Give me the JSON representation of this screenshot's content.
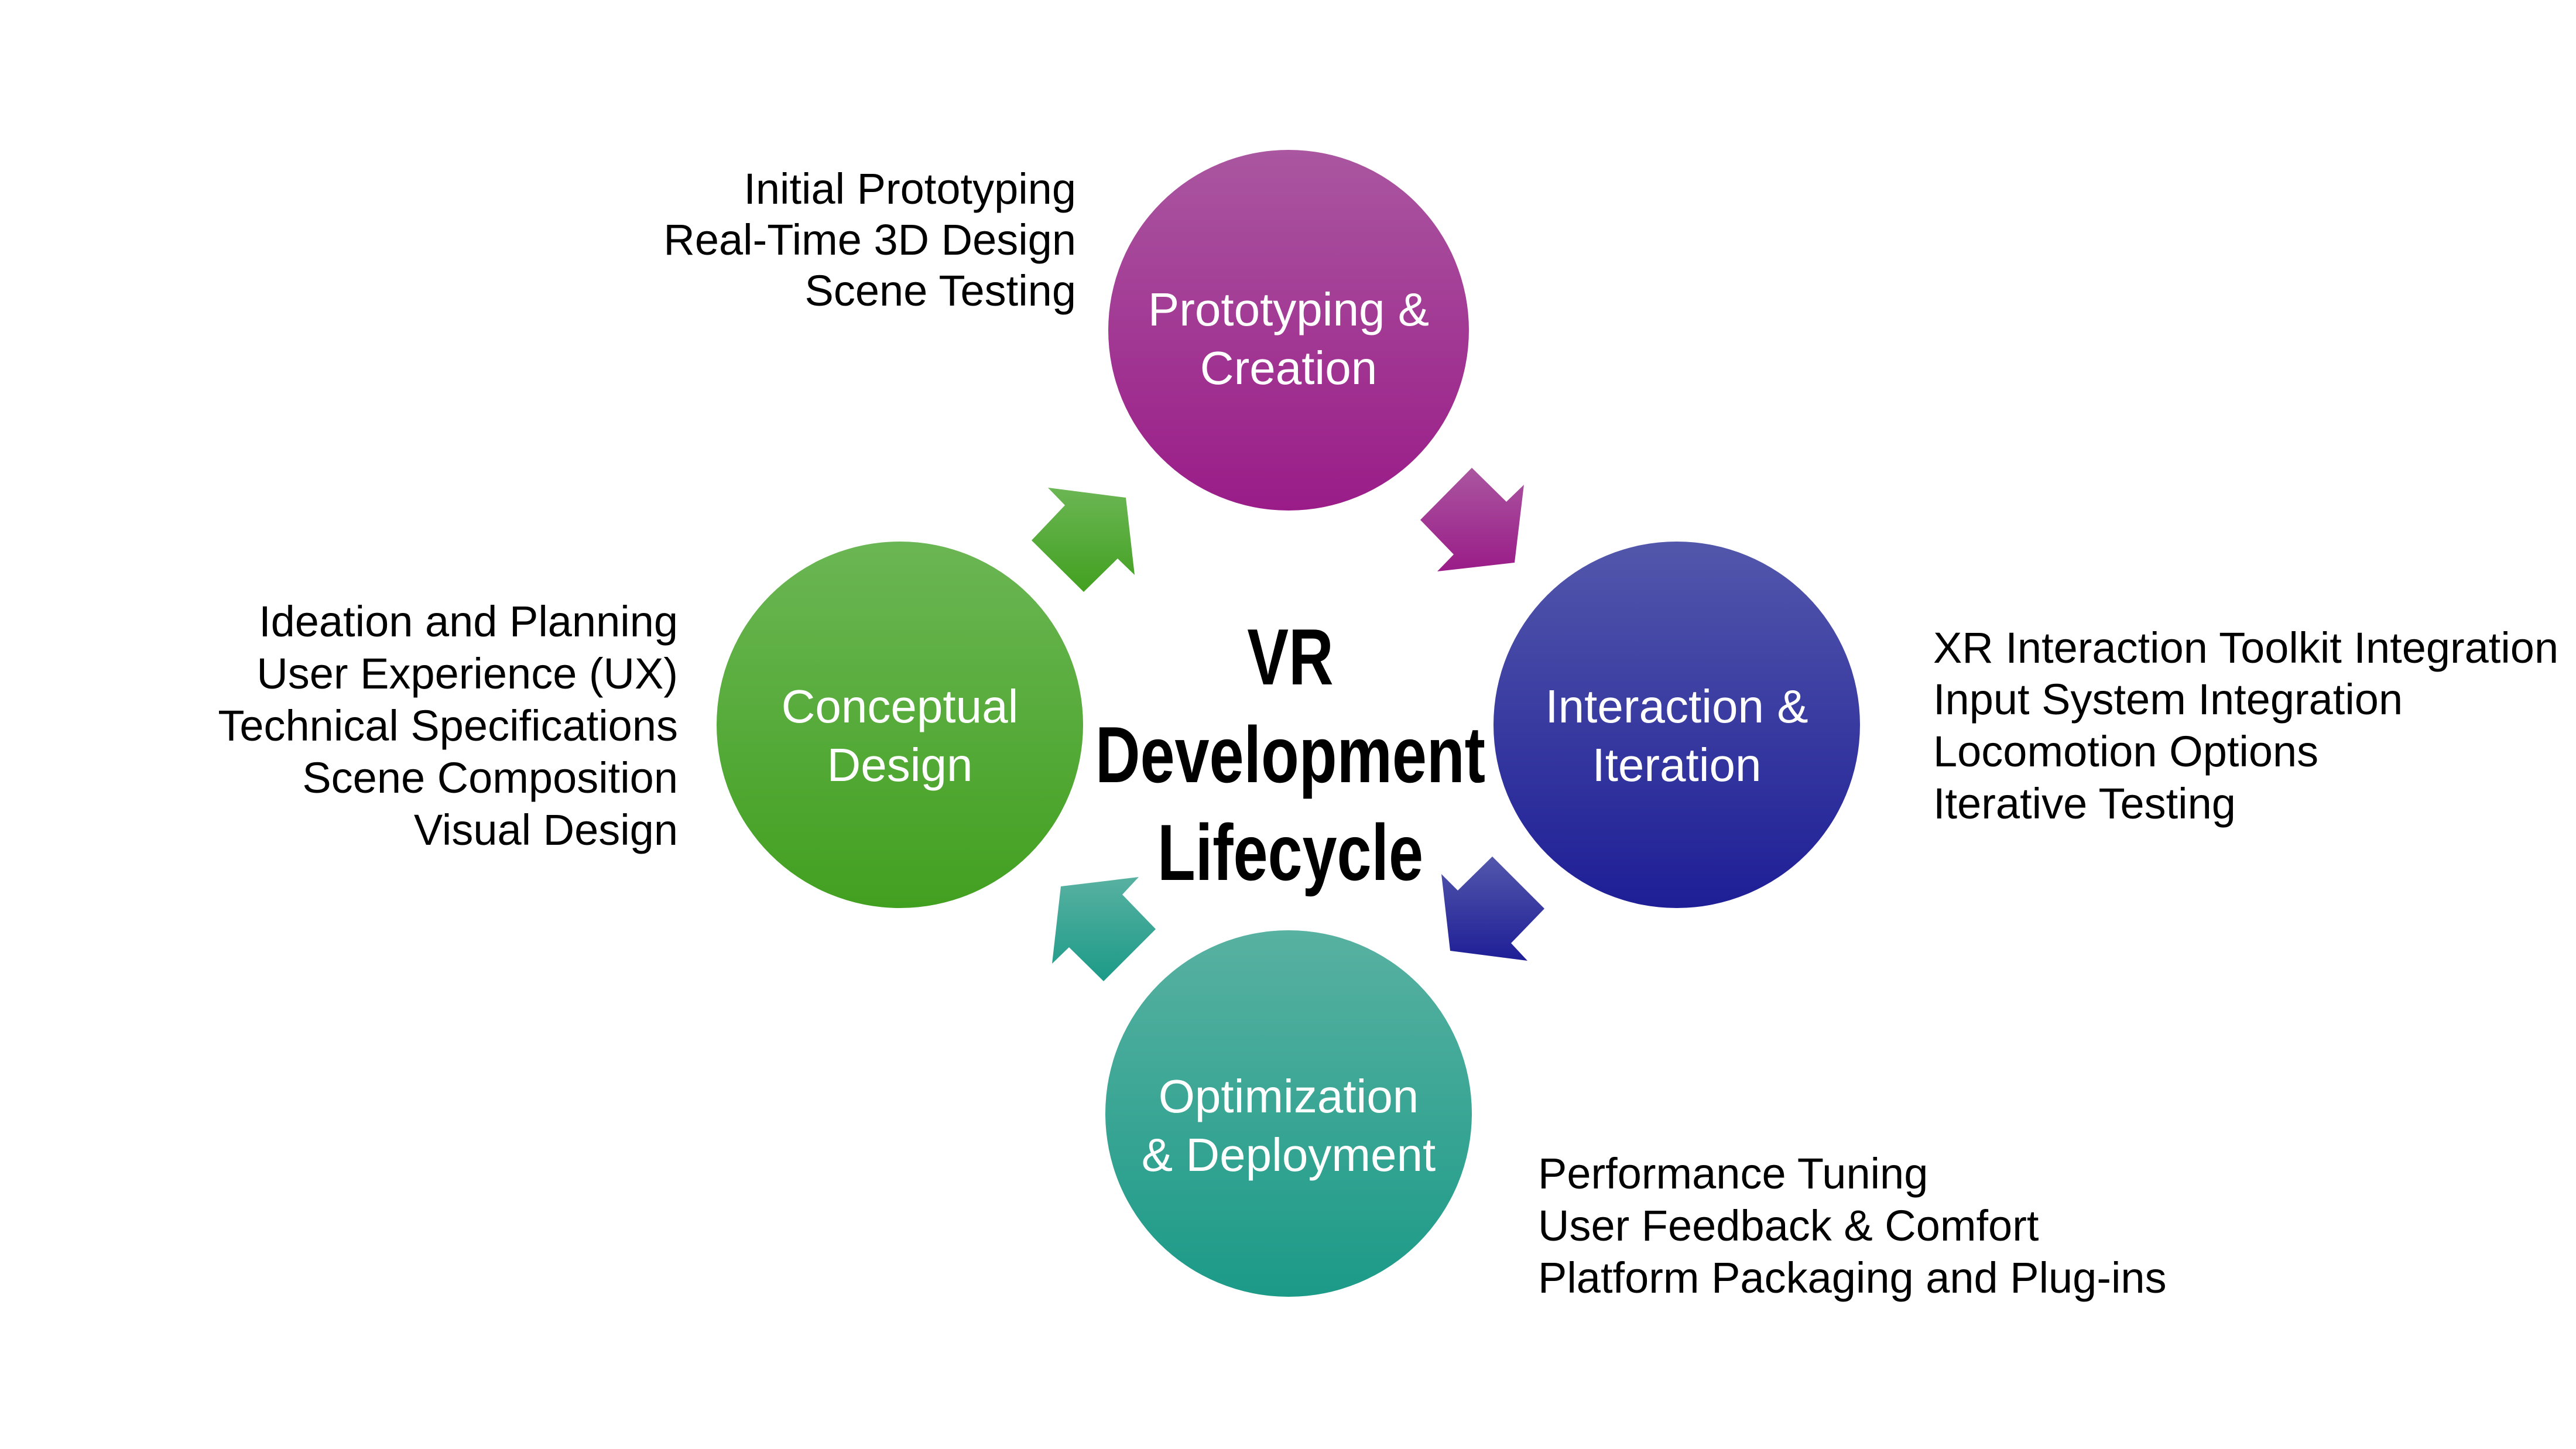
{
  "title": {
    "lines": [
      "VR",
      "Development",
      "Lifecycle"
    ]
  },
  "stages": [
    {
      "id": "prototyping",
      "label_lines": [
        "Prototyping &",
        "Creation"
      ],
      "color_top": "#AA56A0",
      "color_bottom": "#9A1C88",
      "details": [
        "Initial Prototyping",
        "Real-Time 3D Design",
        "Scene Testing"
      ]
    },
    {
      "id": "interaction",
      "label_lines": [
        "Interaction &",
        "Iteration"
      ],
      "color_top": "#5357AB",
      "color_bottom": "#1E1E96",
      "details": [
        "XR Interaction Toolkit Integration",
        "Input System Integration",
        "Locomotion Options",
        "Iterative Testing"
      ]
    },
    {
      "id": "optimization",
      "label_lines": [
        "Optimization",
        "& Deployment"
      ],
      "color_top": "#58B1A1",
      "color_bottom": "#1C9A88",
      "details": [
        "Performance Tuning",
        "User Feedback & Comfort",
        "Platform Packaging and Plug-ins"
      ]
    },
    {
      "id": "conceptual",
      "label_lines": [
        "Conceptual",
        "Design"
      ],
      "color_top": "#6BB654",
      "color_bottom": "#42A020",
      "details": [
        "Ideation and Planning",
        "User Experience (UX)",
        "Technical Specifications",
        "Scene Composition",
        "Visual Design"
      ]
    }
  ],
  "flow": [
    "Conceptual Design",
    "Prototyping & Creation",
    "Interaction & Iteration",
    "Optimization & Deployment",
    "Conceptual Design"
  ]
}
